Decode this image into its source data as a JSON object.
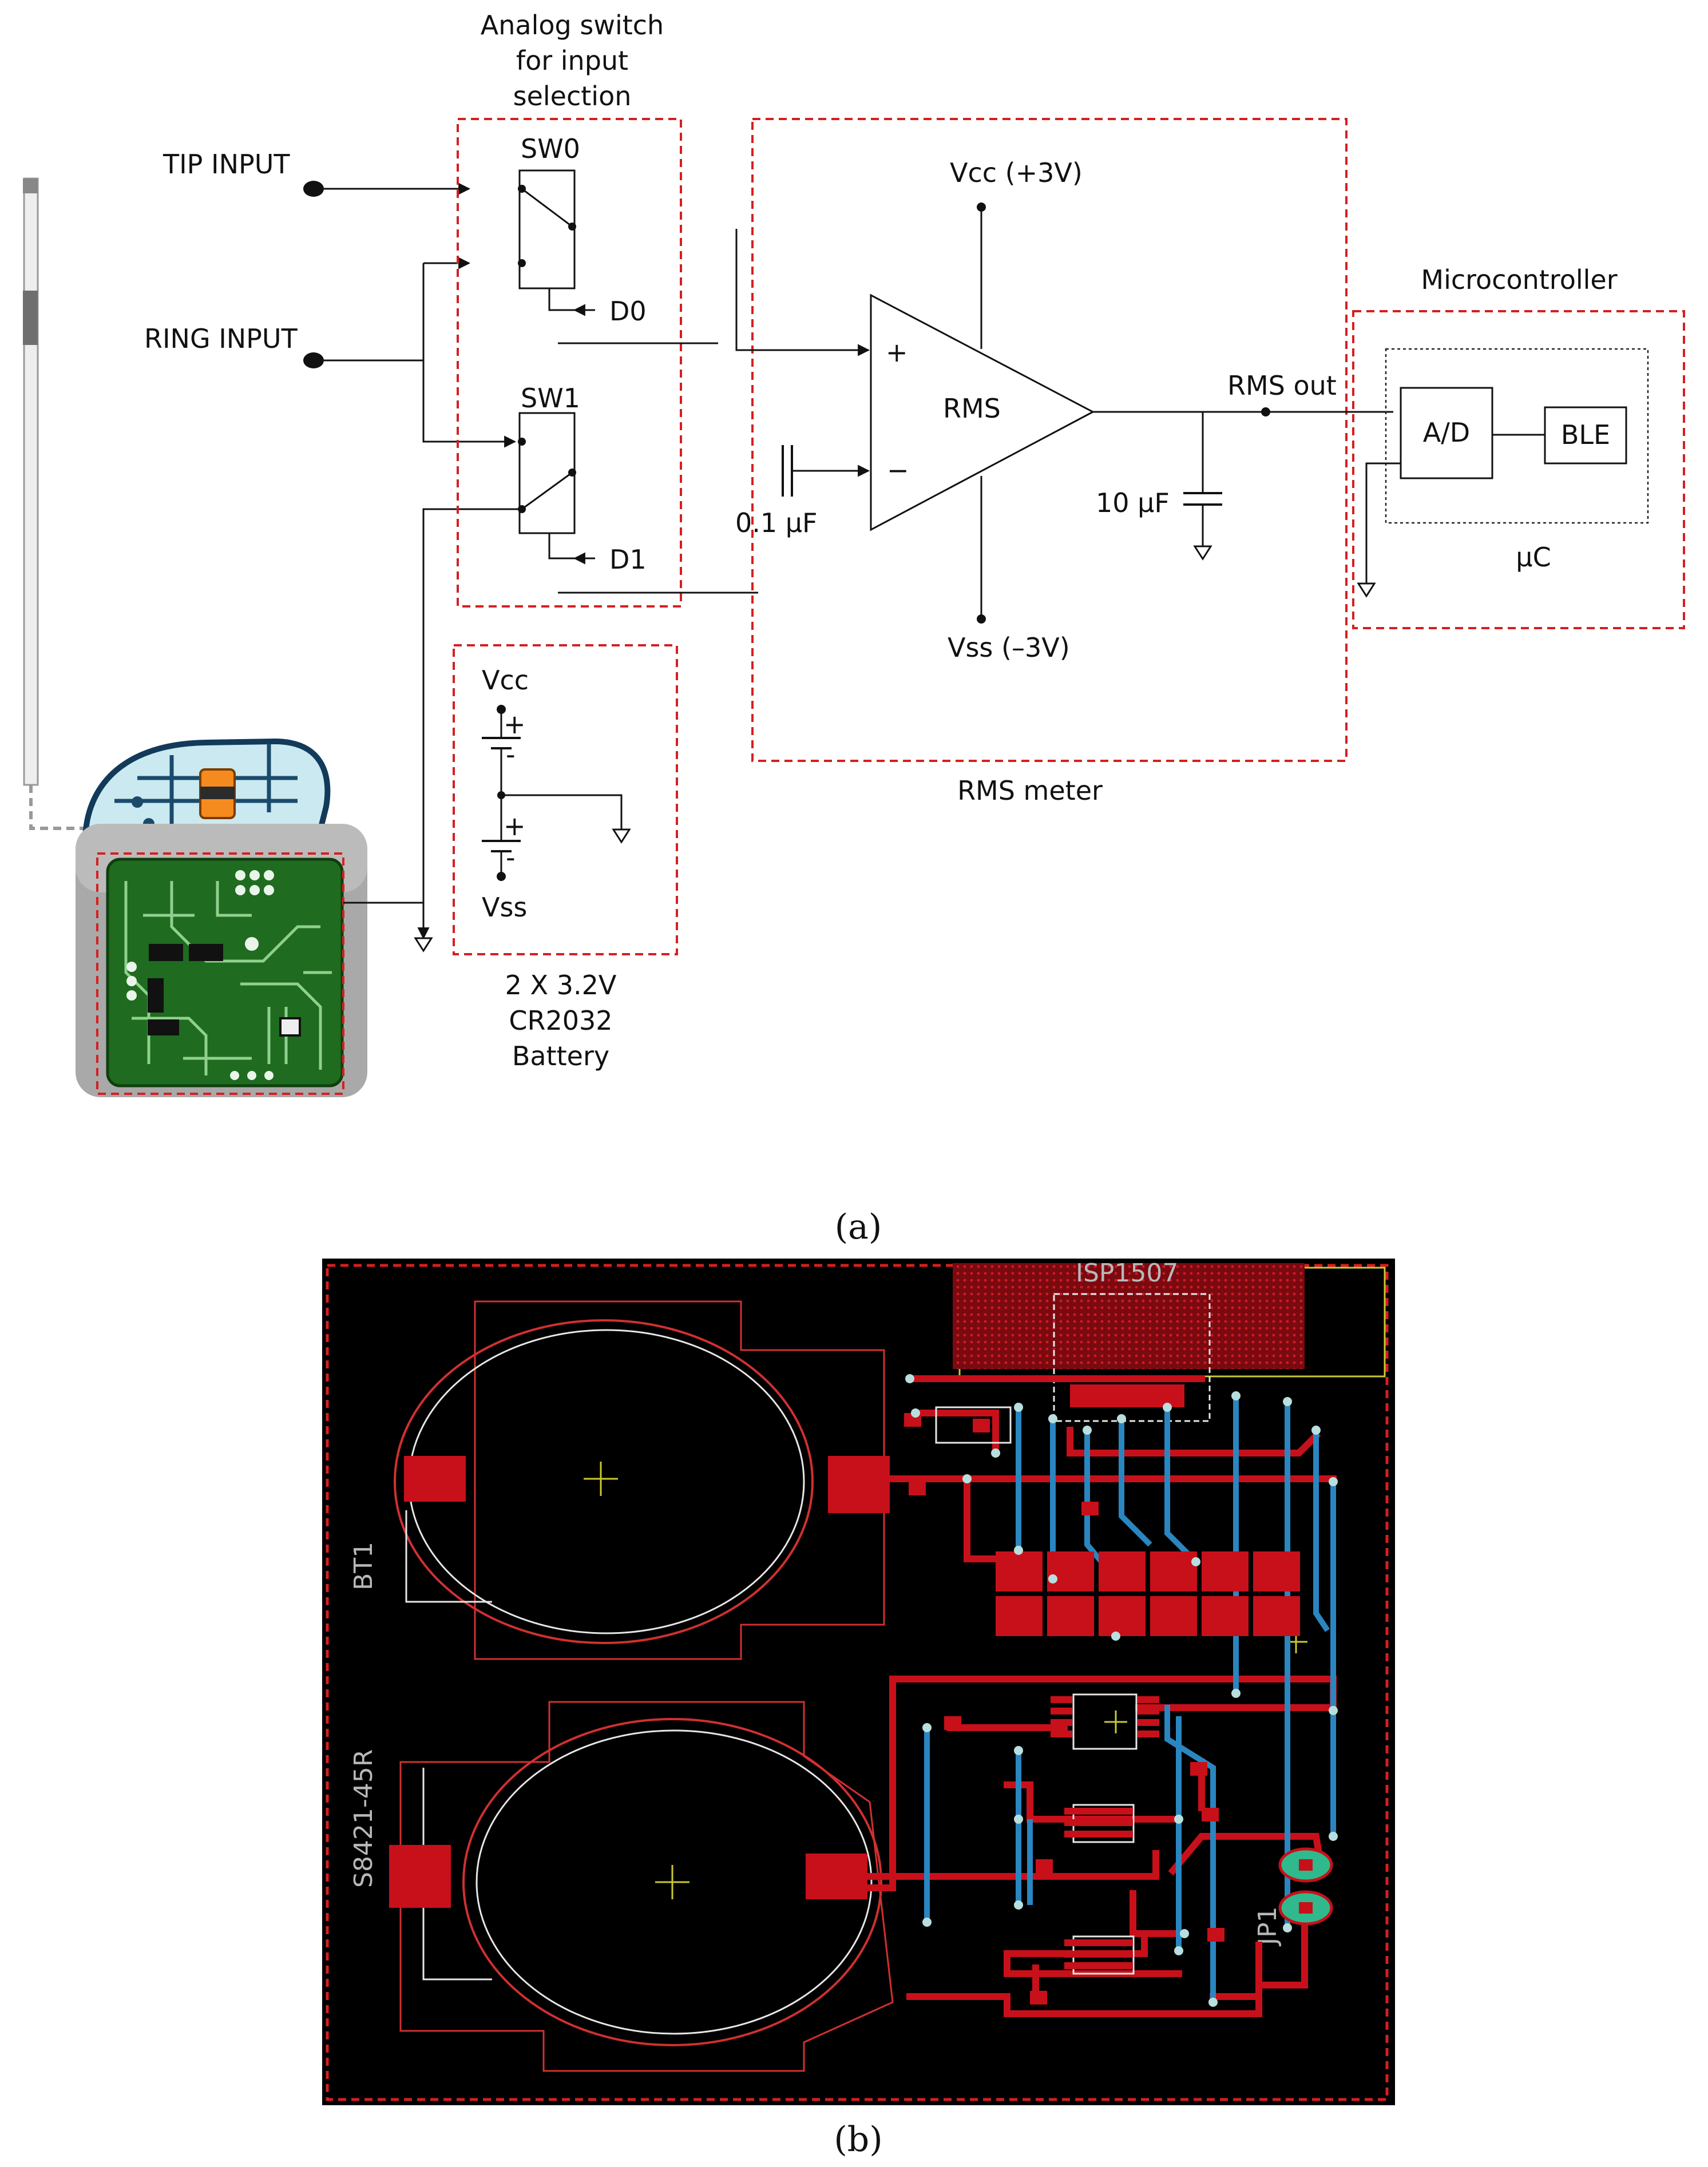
{
  "schematic": {
    "tip_input": "TIP INPUT",
    "ring_input": "RING INPUT",
    "switch_group_title_1": "Analog switch",
    "switch_group_title_2": "for input",
    "switch_group_title_3": "selection",
    "sw0": "SW0",
    "sw1": "SW1",
    "d0": "D0",
    "d1": "D1",
    "rms_label": "RMS",
    "vcc_rail": "Vcc (+3V)",
    "vss_rail": "Vss (–3V)",
    "plus": "+",
    "minus": "−",
    "cap_small": "0.1 μF",
    "cap_large": "10 μF",
    "rms_out": "RMS out",
    "rms_meter_title": "RMS meter",
    "micro_title": "Microcontroller",
    "ad": "A/D",
    "ble": "BLE",
    "uc": "μC",
    "batt_vcc": "Vcc",
    "batt_vss": "Vss",
    "batt_plus": "+",
    "batt_minus": "-",
    "battery_1": "2 X 3.2V",
    "battery_2": "CR2032",
    "battery_3": "Battery"
  },
  "pcb": {
    "bt1": "BT1",
    "s8421": "S8421-45R",
    "isp1507": "ISP1507",
    "jp1": "JP1"
  },
  "captions": {
    "a": "(a)",
    "b": "(b)"
  },
  "colors": {
    "group_border": "#d42020",
    "pcb_background": "#000000",
    "trace_top": "#c8101a",
    "trace_bottom": "#2a86c0",
    "jumper_pad": "#2fb98c",
    "board_green": "#1f6b1f"
  }
}
